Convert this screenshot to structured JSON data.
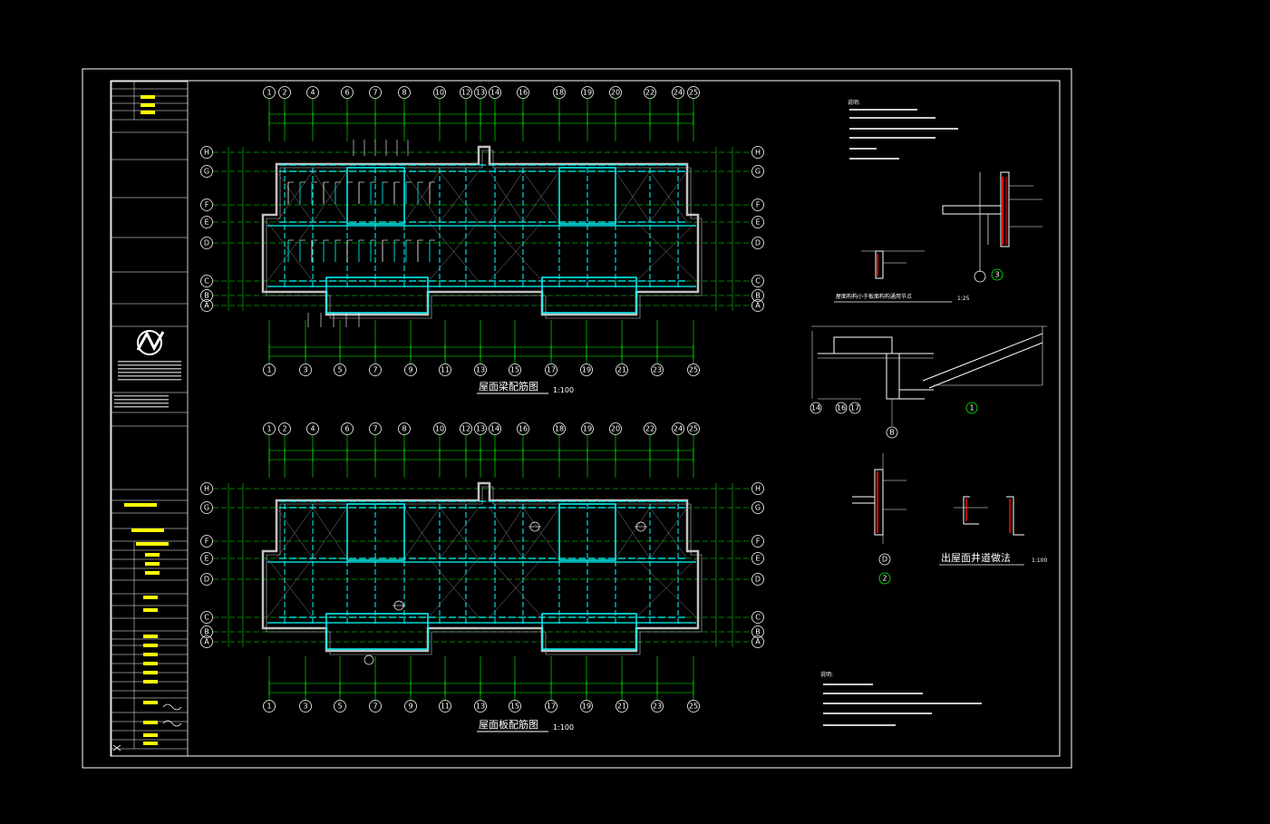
{
  "plan_beam": {
    "title": "屋面梁配筋图",
    "scale": "1:100"
  },
  "plan_slab": {
    "title": "屋面板配筋图",
    "scale": "1:100"
  },
  "axes": {
    "top_numbers": [
      "1",
      "2",
      "4",
      "6",
      "7",
      "8",
      "10",
      "12",
      "13",
      "14",
      "16",
      "18",
      "19",
      "20",
      "22",
      "24",
      "25"
    ],
    "bottom_numbers": [
      "1",
      "3",
      "5",
      "7",
      "9",
      "11",
      "13",
      "15",
      "17",
      "19",
      "21",
      "23",
      "25"
    ],
    "rows": [
      "H",
      "G",
      "F",
      "E",
      "D",
      "C",
      "B",
      "A"
    ]
  },
  "details": {
    "parapet_title": "屋面构构小于板面构构通用节点",
    "parapet_scale": "1:25",
    "shaft_title": "出屋面井道做法",
    "shaft_scale": "1:100",
    "section_labels": [
      "14",
      "16",
      "17",
      "B",
      "D"
    ],
    "callouts": [
      "1",
      "2",
      "3"
    ]
  },
  "notes_heading_top": "说明:",
  "notes_heading_bottom": "说明:",
  "colors": {
    "grid": "#00ff00",
    "beam": "#00ffff",
    "wall": "#c0c0c0",
    "frame": "#ffffff",
    "text": "#ffffff",
    "highlight": "#ffff00",
    "section_red": "#ff0000"
  }
}
